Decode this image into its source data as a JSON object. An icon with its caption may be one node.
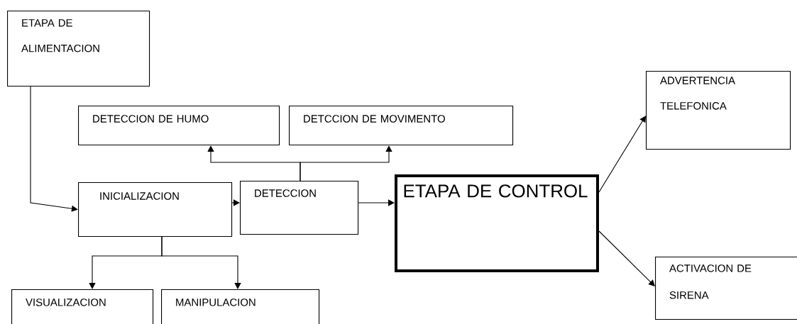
{
  "diagram": {
    "nodes": [
      {
        "text": [
          "ETAPA DE ALIMENTACION"
        ]
      },
      {
        "text": [
          "DETECCION DE HUMO"
        ]
      },
      {
        "text": [
          "DETCCION DE MOVIMENTO"
        ]
      },
      {
        "text": [
          "INICIALIZACION"
        ]
      },
      {
        "text": [
          "DETECCION"
        ]
      },
      {
        "text": [
          "ETAPA  DE CONTROL"
        ]
      },
      {
        "text": [
          "ADVERTENCIA TELEFONICA"
        ]
      },
      {
        "text": [
          "ACTIVACION DE SIRENA"
        ]
      },
      {
        "text": [
          "VISUALIZACION"
        ]
      },
      {
        "text": [
          "MANIPULACION"
        ]
      }
    ],
    "edges": [
      {
        "from": 0,
        "to": 3,
        "arrow": "to"
      },
      {
        "from": 3,
        "to": 4,
        "arrow": "to"
      },
      {
        "from": 4,
        "to": 5,
        "arrow": "to"
      },
      {
        "from": 4,
        "to": 1,
        "arrow": "to"
      },
      {
        "from": 4,
        "to": 2,
        "arrow": "to"
      },
      {
        "from": 3,
        "to": 8,
        "arrow": "to"
      },
      {
        "from": 3,
        "to": 9,
        "arrow": "to"
      },
      {
        "from": 5,
        "to": 6,
        "arrow": "to"
      },
      {
        "from": 5,
        "to": 7,
        "arrow": "to"
      }
    ]
  }
}
